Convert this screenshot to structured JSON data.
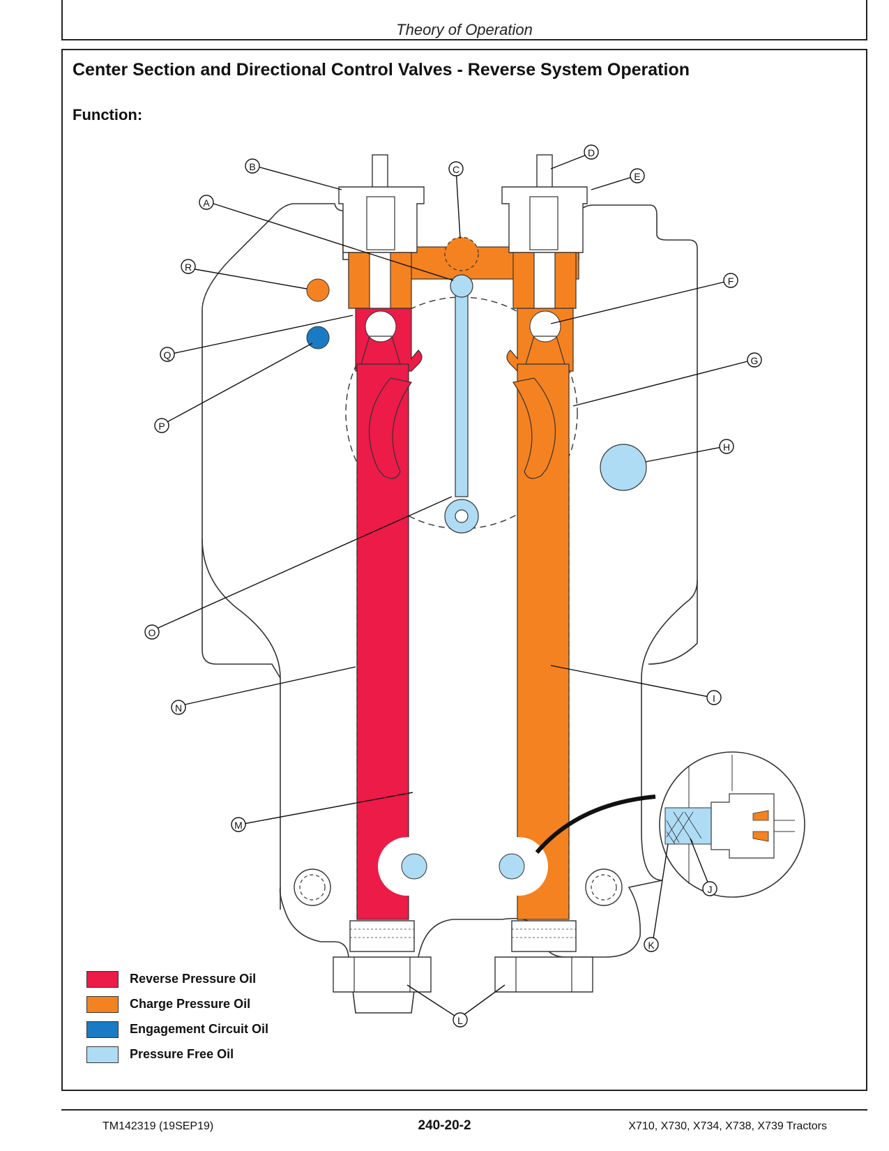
{
  "header": {
    "title": "Theory of Operation"
  },
  "page": {
    "title": "Center Section and Directional Control Valves - Reverse System Operation",
    "section_label": "Function:"
  },
  "colors": {
    "reverse_pressure": "#ec1b48",
    "charge_pressure": "#f58220",
    "engagement_circuit": "#1a7bc4",
    "pressure_free": "#aedcf5"
  },
  "callouts": [
    "A",
    "B",
    "C",
    "D",
    "E",
    "F",
    "G",
    "H",
    "I",
    "J",
    "K",
    "L",
    "M",
    "N",
    "O",
    "P",
    "Q",
    "R"
  ],
  "legend": [
    {
      "label": "Reverse Pressure Oil",
      "color": "#ec1b48"
    },
    {
      "label": "Charge Pressure Oil",
      "color": "#f58220"
    },
    {
      "label": "Engagement Circuit Oil",
      "color": "#1a7bc4"
    },
    {
      "label": "Pressure Free Oil",
      "color": "#aedcf5"
    }
  ],
  "footer": {
    "doc_id": "TM142319 (19SEP19)",
    "page_number": "240-20-2",
    "models": "X710, X730, X734, X738, X739 Tractors"
  }
}
